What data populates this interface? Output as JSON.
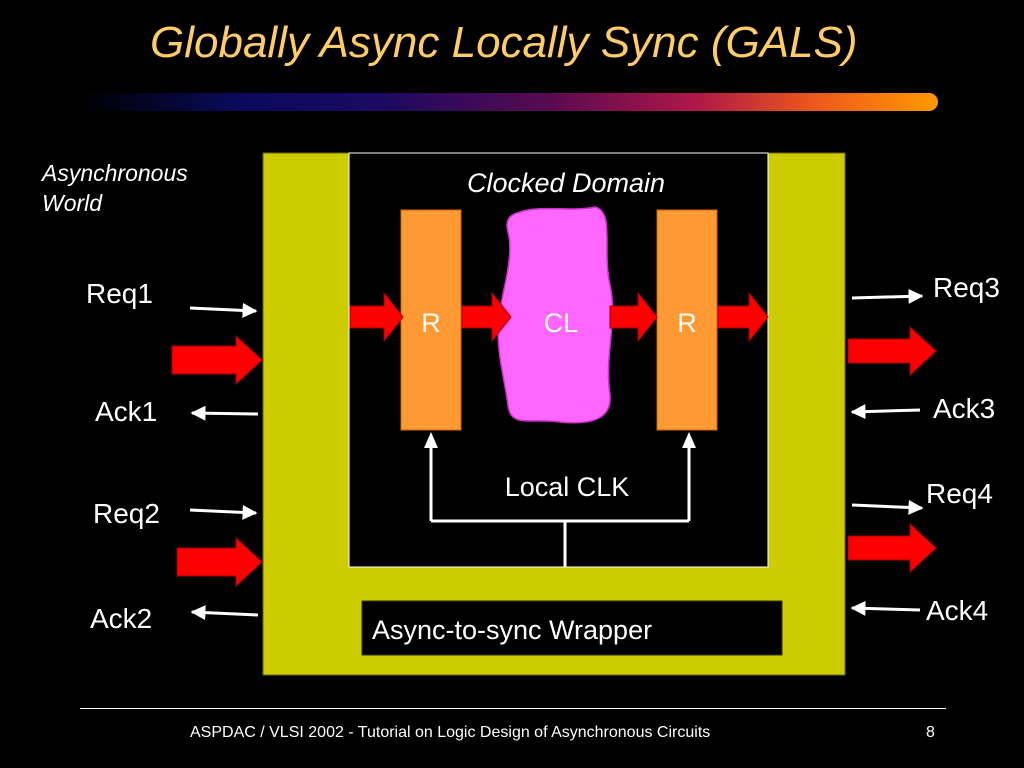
{
  "slide": {
    "title": "Globally Async Locally Sync (GALS)"
  },
  "diagram": {
    "async_world_line1": "Asynchronous",
    "async_world_line2": "World",
    "clocked_domain": "Clocked Domain",
    "register_left": "R",
    "combinational_logic": "CL",
    "register_right": "R",
    "local_clk": "Local CLK",
    "wrapper": "Async-to-sync Wrapper",
    "req1": "Req1",
    "ack1": "Ack1",
    "req2": "Req2",
    "ack2": "Ack2",
    "req3": "Req3",
    "ack3": "Ack3",
    "req4": "Req4",
    "ack4": "Ack4",
    "colors": {
      "wrapper_fill": "#cccc00",
      "register_fill": "#ff9933",
      "logic_fill": "#ff66ff",
      "arrow_fill": "#ff0000",
      "title_color": "#ffcc66"
    }
  },
  "footer": {
    "text": "ASPDAC / VLSI 2002 - Tutorial on Logic Design of Asynchronous Circuits",
    "page": "8"
  }
}
